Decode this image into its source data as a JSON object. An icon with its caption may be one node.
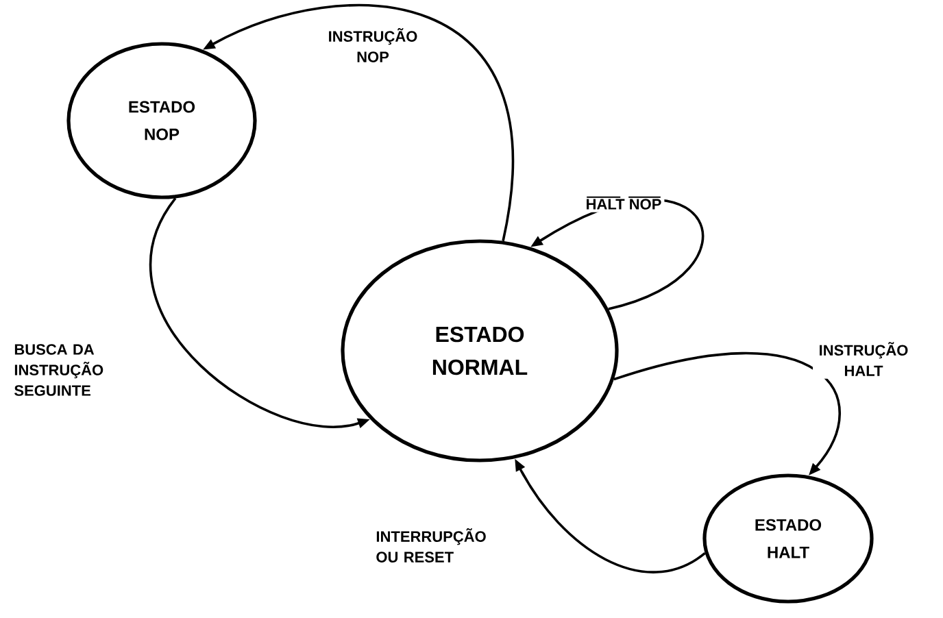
{
  "diagram": {
    "nodes": [
      {
        "text": [
          "ESTADO NOP"
        ]
      },
      {
        "text": [
          "ESTADO NORMAL"
        ]
      },
      {
        "text": [
          "ESTADO HALT"
        ]
      }
    ],
    "edges": [
      {
        "from": 1,
        "to": 0,
        "arrow": "to",
        "label": "INSTRUÇÃO NOP"
      },
      {
        "from": 0,
        "to": 1,
        "arrow": "to",
        "label": "BUSCA DA INSTRUÇÃO SEGUINTE"
      },
      {
        "from": 1,
        "to": 1,
        "arrow": "to",
        "label": "HALT NOP"
      },
      {
        "from": 1,
        "to": 2,
        "arrow": "to",
        "label": "INSTRUÇÃO HALT"
      },
      {
        "from": 2,
        "to": 1,
        "arrow": "to",
        "label": "INTERRUPÇÃO OU RESET"
      }
    ]
  }
}
